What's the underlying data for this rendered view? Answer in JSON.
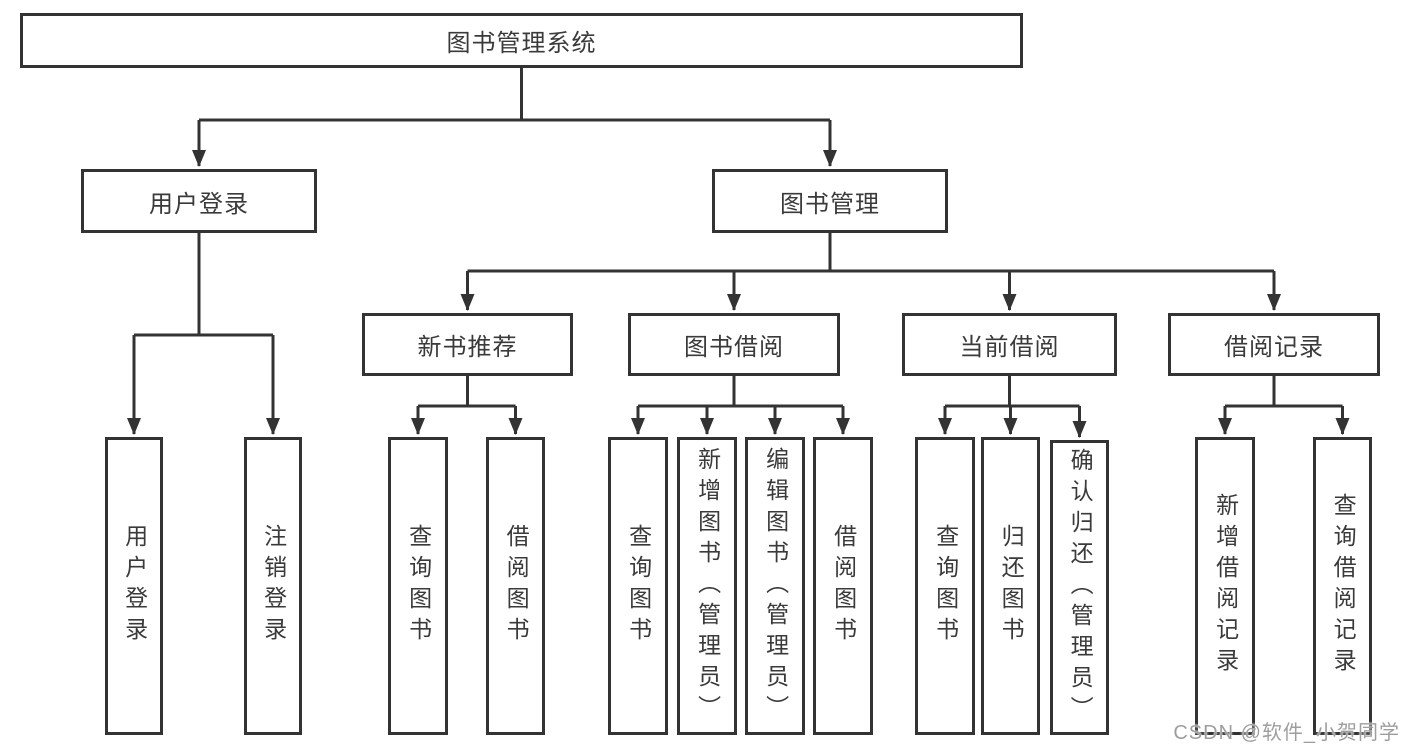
{
  "diagram": {
    "type": "function-structure-tree",
    "title": "图书管理系统",
    "watermark": "CSDN @软件_小贺同学",
    "colors": {
      "line": "#333333",
      "box_border": "#333333",
      "text": "#3a3a3a",
      "background": "#ffffff",
      "watermark_text": "#9e9e9e"
    },
    "tree": {
      "label": "图书管理系统",
      "children": [
        {
          "label": "用户登录",
          "children": [
            {
              "label": "用户登录"
            },
            {
              "label": "注销登录"
            }
          ]
        },
        {
          "label": "图书管理",
          "children": [
            {
              "label": "新书推荐",
              "children": [
                {
                  "label": "查询图书"
                },
                {
                  "label": "借阅图书"
                }
              ]
            },
            {
              "label": "图书借阅",
              "children": [
                {
                  "label": "查询图书"
                },
                {
                  "label": "新增图书（管理员）"
                },
                {
                  "label": "编辑图书（管理员）"
                },
                {
                  "label": "借阅图书"
                }
              ]
            },
            {
              "label": "当前借阅",
              "children": [
                {
                  "label": "查询图书"
                },
                {
                  "label": "归还图书"
                },
                {
                  "label": "确认归还（管理员）"
                }
              ]
            },
            {
              "label": "借阅记录",
              "children": [
                {
                  "label": "新增借阅记录"
                },
                {
                  "label": "查询借阅记录"
                }
              ]
            }
          ]
        }
      ]
    }
  }
}
